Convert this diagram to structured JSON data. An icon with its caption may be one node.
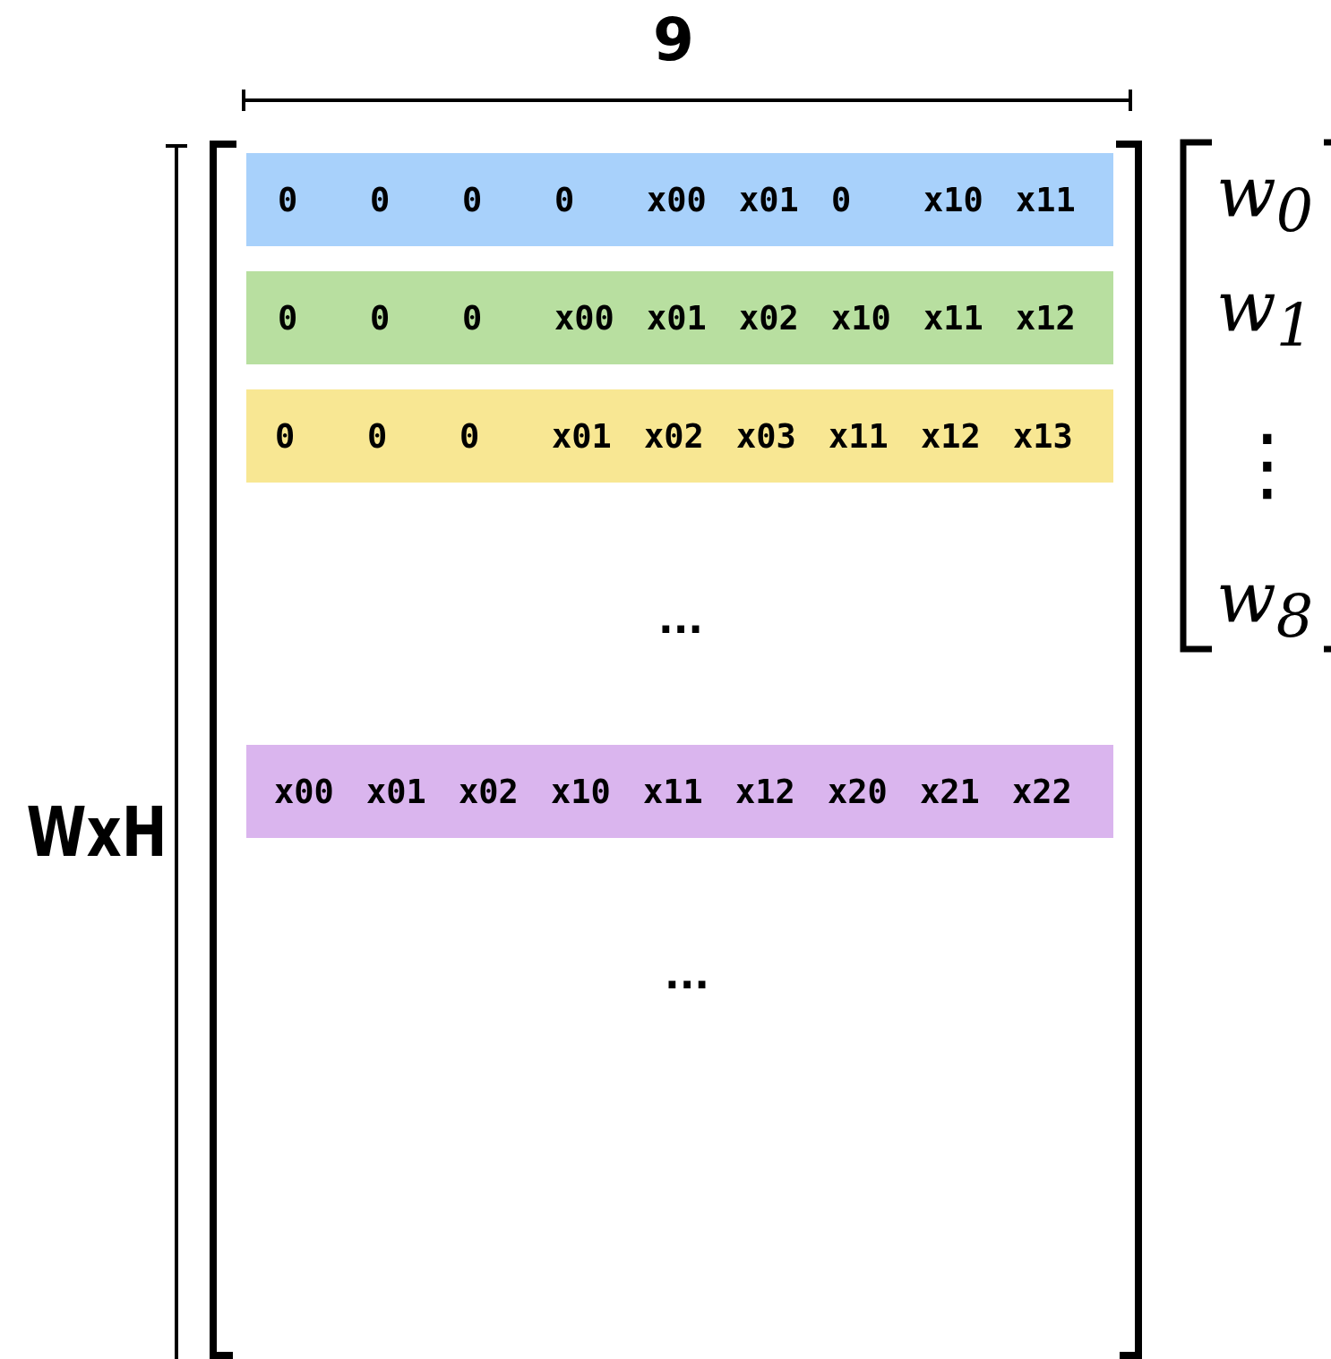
{
  "diagram": {
    "nodes": [
      {
        "text": [
          "0",
          "0",
          "0",
          "0",
          "x00",
          "x01",
          "0",
          "x10",
          "x11"
        ]
      },
      {
        "text": [
          "0",
          "0",
          "0",
          "x00",
          "x01",
          "x02",
          "x10",
          "x11",
          "x12"
        ]
      },
      {
        "text": [
          "0",
          "0",
          "0",
          "x01",
          "x02",
          "x03",
          "x11",
          "x12",
          "x13"
        ]
      },
      {
        "text": [
          "x00",
          "x01",
          "x02",
          "x10",
          "x11",
          "x12",
          "x20",
          "x21",
          "x22"
        ]
      }
    ],
    "labels": [
      "9",
      "w$_{0}$",
      "w$_{1}$",
      "⋮",
      "...",
      "w$_{8}$",
      "WxH",
      "..."
    ]
  }
}
